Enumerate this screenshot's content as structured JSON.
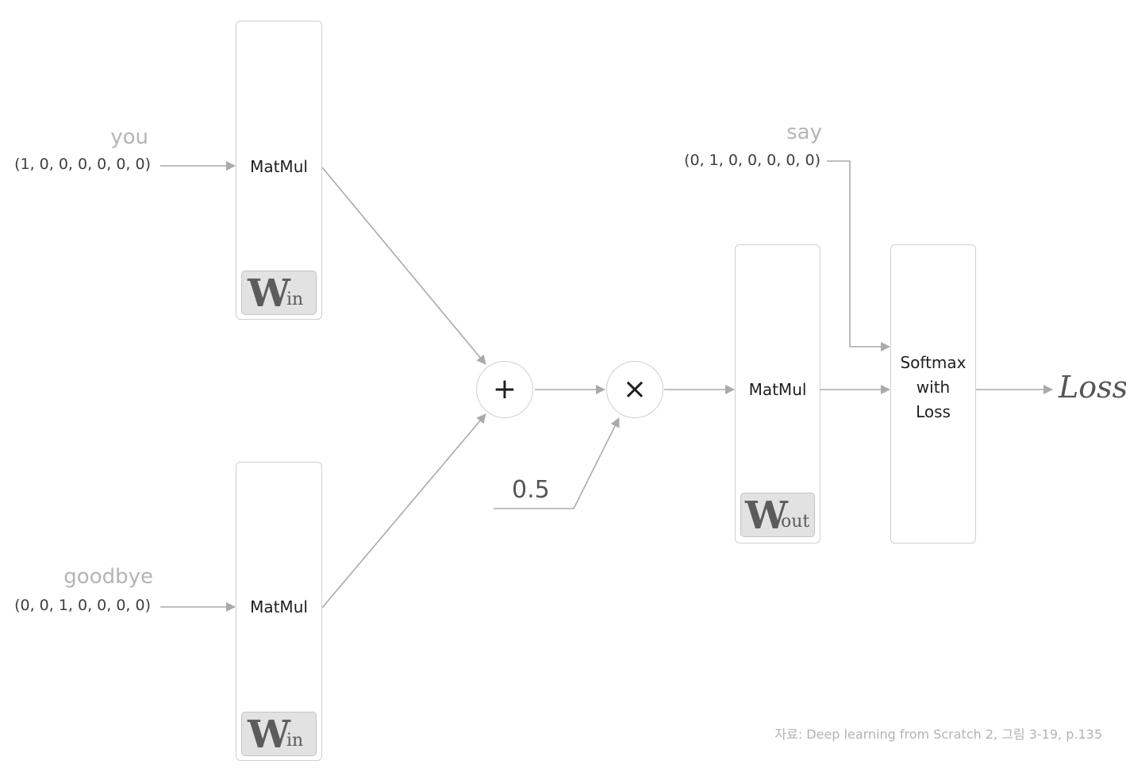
{
  "inputs": {
    "top": {
      "word": "you",
      "vector": "(1, 0, 0, 0, 0, 0, 0)"
    },
    "bottom": {
      "word": "goodbye",
      "vector": "(0, 0, 1, 0, 0, 0, 0)"
    },
    "target": {
      "word": "say",
      "vector": "(0, 1, 0, 0, 0, 0, 0)"
    }
  },
  "layers": {
    "matmul_in_top": {
      "label": "MatMul",
      "weight": "W",
      "weight_sub": "in"
    },
    "matmul_in_bottom": {
      "label": "MatMul",
      "weight": "W",
      "weight_sub": "in"
    },
    "matmul_out": {
      "label": "MatMul",
      "weight": "W",
      "weight_sub": "out"
    },
    "softmax": {
      "line1": "Softmax",
      "line2": "with",
      "line3": "Loss"
    }
  },
  "nodes": {
    "add": "+",
    "multiply": "×",
    "scale_factor": "0.5"
  },
  "output": {
    "label": "Loss"
  },
  "source": "자료: Deep learning from Scratch 2, 그림 3-19, p.135",
  "colors": {
    "wire": "#aaaaaa",
    "box_border": "#cfcfcf",
    "weight_fill": "#e2e2e2",
    "faint_text": "#b5b5b5",
    "dark_text": "#1e1e1e"
  }
}
